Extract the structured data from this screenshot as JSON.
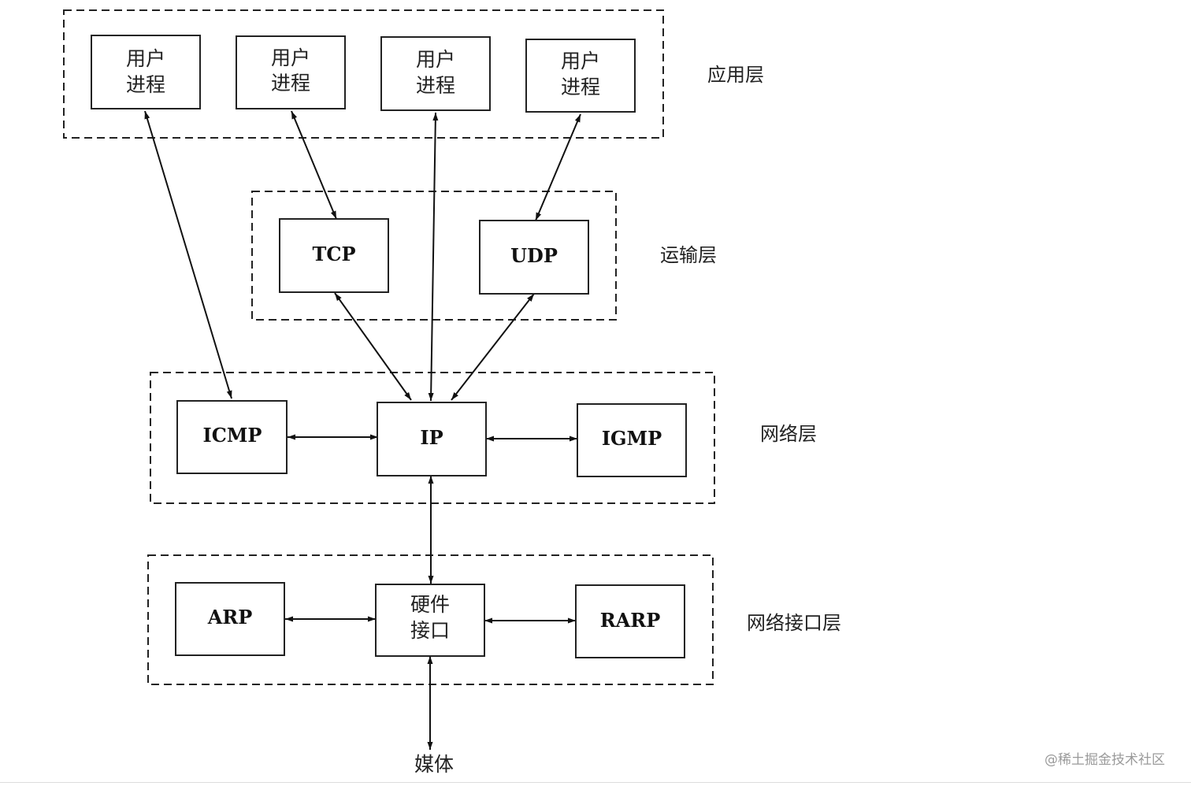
{
  "layers": {
    "application": "应用层",
    "transport": "运输层",
    "network": "网络层",
    "link": "网络接口层"
  },
  "nodes": {
    "user_process": [
      "用户",
      "进程"
    ],
    "tcp": "TCP",
    "udp": "UDP",
    "icmp": "ICMP",
    "ip": "IP",
    "igmp": "IGMP",
    "arp": "ARP",
    "hardware_interface": [
      "硬件",
      "接口"
    ],
    "rarp": "RARP",
    "media": "媒体"
  },
  "watermark": "@稀土掘金技术社区"
}
